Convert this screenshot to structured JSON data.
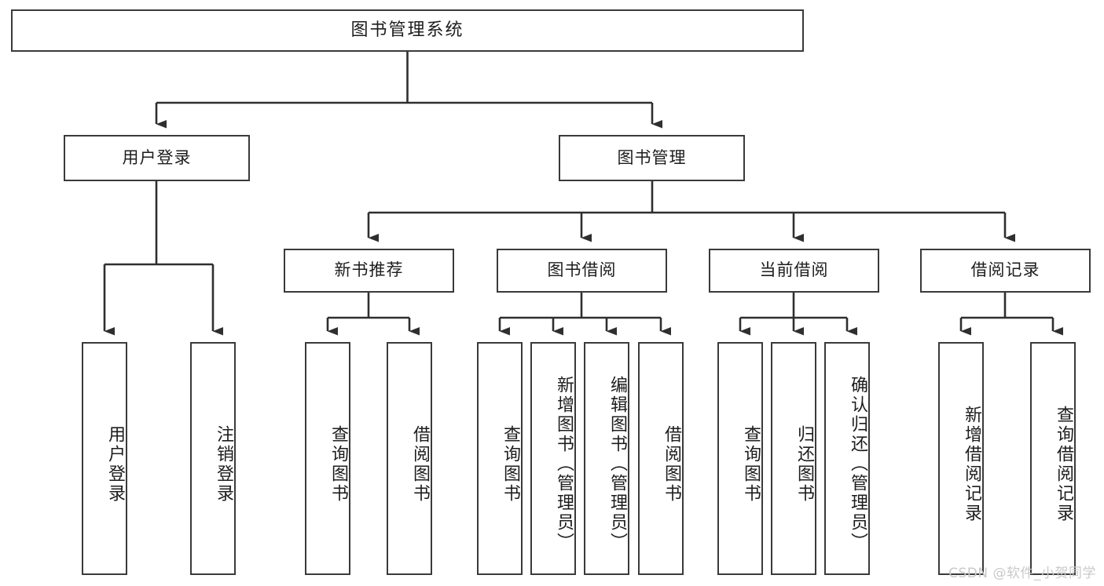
{
  "diagram": {
    "type": "tree-hierarchy-chart",
    "title": "图书管理系统",
    "watermark": "CSDN @软件_小贺同学",
    "colors": {
      "box_border": "#3a3a3a",
      "box_fill": "#ffffff",
      "connector": "#2f2f2f",
      "text": "#1d1d1d",
      "watermark": "#c9c9c9"
    },
    "root": {
      "label": "图书管理系统",
      "level": 1
    },
    "level2": [
      {
        "label": "用户登录"
      },
      {
        "label": "图书管理"
      }
    ],
    "level3": [
      {
        "label": "新书推荐"
      },
      {
        "label": "图书借阅"
      },
      {
        "label": "当前借阅"
      },
      {
        "label": "借阅记录"
      }
    ],
    "leaves": {
      "user_login": [
        {
          "label": "用户登录"
        },
        {
          "label": "注销登录"
        }
      ],
      "new_book_recommend": [
        {
          "label": "查询图书"
        },
        {
          "label": "借阅图书"
        }
      ],
      "book_borrow": [
        {
          "label": "查询图书"
        },
        {
          "label": "新增图书（管理员）"
        },
        {
          "label": "编辑图书（管理员）"
        },
        {
          "label": "借阅图书"
        }
      ],
      "current_borrow": [
        {
          "label": "查询图书"
        },
        {
          "label": "归还图书"
        },
        {
          "label": "确认归还（管理员）"
        }
      ],
      "borrow_record": [
        {
          "label": "新增借阅记录"
        },
        {
          "label": "查询借阅记录"
        }
      ]
    }
  }
}
